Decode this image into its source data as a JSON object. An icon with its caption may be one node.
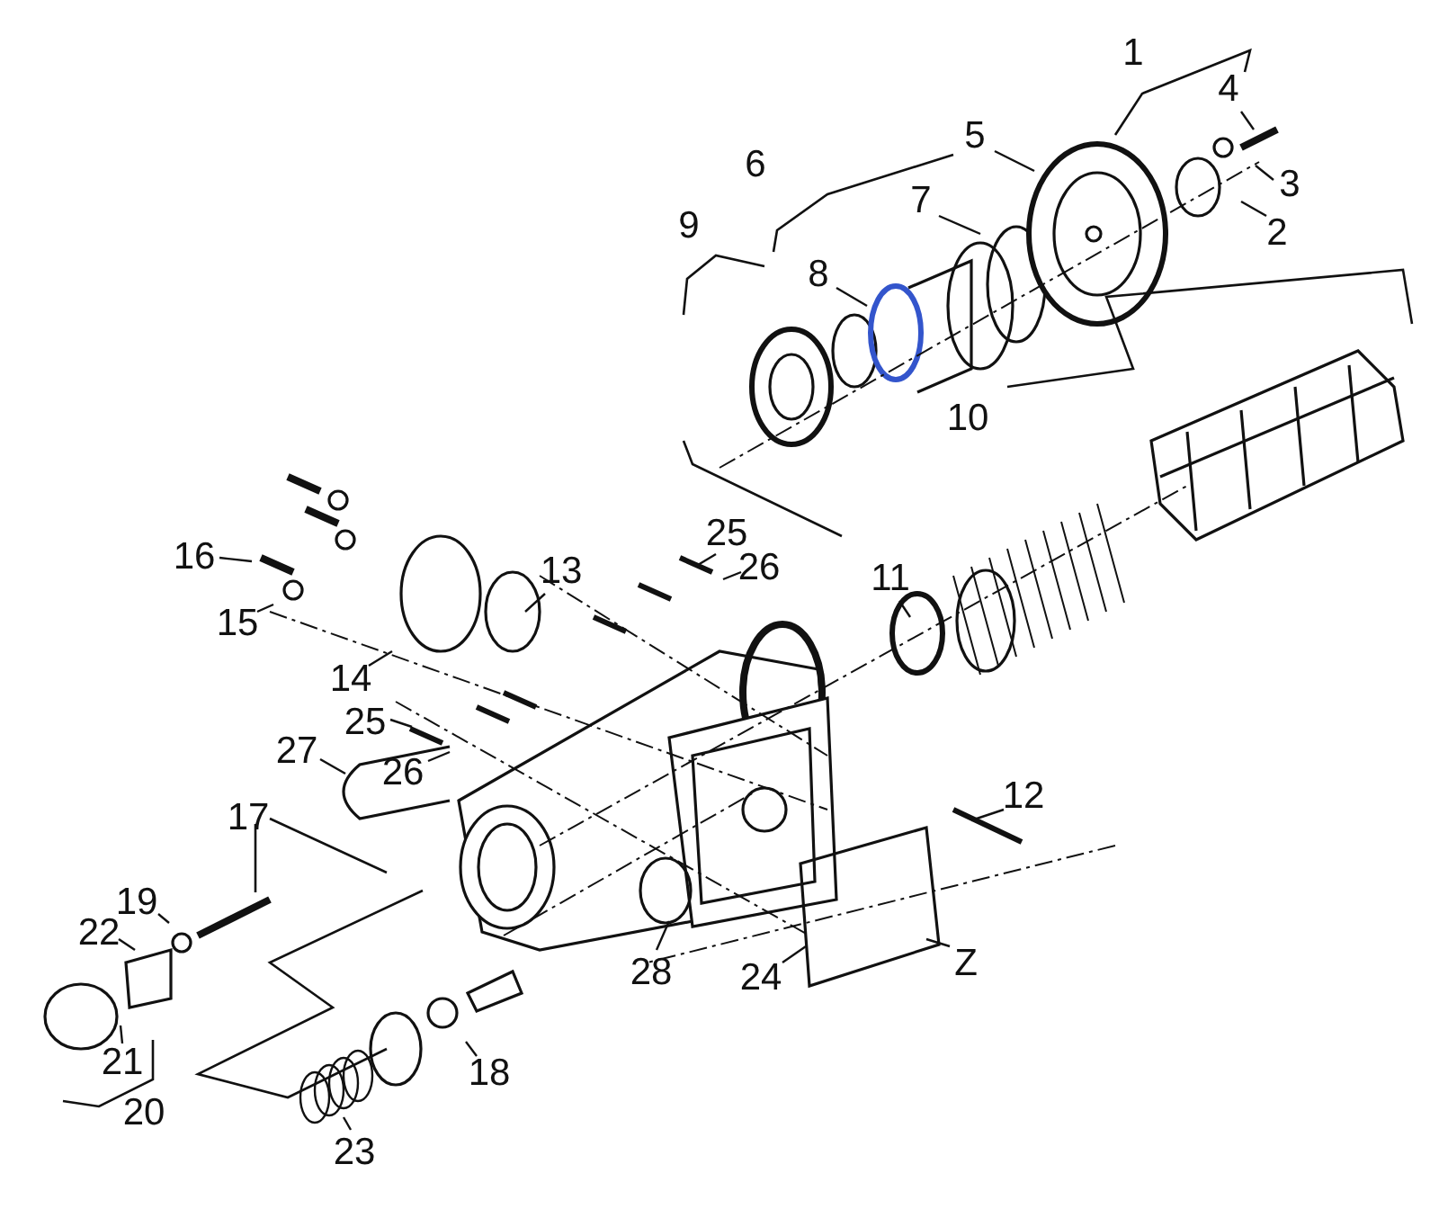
{
  "diagram": {
    "nodes": [
      {
        "text": [
          "4"
        ]
      },
      {
        "text": [
          "3"
        ]
      },
      {
        "text": [
          "5"
        ]
      },
      {
        "text": [
          "2"
        ]
      },
      {
        "text": [
          "7"
        ]
      },
      {
        "text": [
          "8"
        ]
      },
      {
        "text": [
          "11"
        ]
      },
      {
        "text": [
          "16"
        ]
      },
      {
        "text": [
          "25"
        ]
      },
      {
        "text": [
          "26"
        ]
      },
      {
        "text": [
          "13"
        ]
      },
      {
        "text": [
          "15"
        ]
      },
      {
        "text": [
          "14"
        ]
      },
      {
        "text": [
          "25"
        ]
      },
      {
        "text": [
          "26"
        ]
      },
      {
        "text": [
          "27"
        ]
      },
      {
        "text": [
          "12"
        ]
      },
      {
        "text": [
          "19"
        ]
      },
      {
        "text": [
          "22"
        ]
      },
      {
        "text": [
          "21"
        ]
      },
      {
        "text": [
          "28"
        ]
      },
      {
        "text": [
          "24"
        ]
      },
      {
        "text": [
          "Z"
        ]
      },
      {
        "text": [
          "18"
        ]
      },
      {
        "text": [
          "23"
        ]
      }
    ],
    "edges": [
      {
        "from": 0,
        "to": null,
        "arrow": "none"
      },
      {
        "from": 1,
        "to": null,
        "arrow": "none"
      },
      {
        "from": 2,
        "to": null,
        "arrow": "none"
      },
      {
        "from": 3,
        "to": null,
        "arrow": "none"
      },
      {
        "from": 4,
        "to": null,
        "arrow": "none"
      },
      {
        "from": 5,
        "to": null,
        "arrow": "none"
      },
      {
        "from": 6,
        "to": null,
        "arrow": "none"
      },
      {
        "from": 7,
        "to": null,
        "arrow": "none"
      },
      {
        "from": 8,
        "to": null,
        "arrow": "none"
      },
      {
        "from": 9,
        "to": null,
        "arrow": "none"
      },
      {
        "from": 10,
        "to": null,
        "arrow": "none"
      },
      {
        "from": 11,
        "to": null,
        "arrow": "none"
      },
      {
        "from": 12,
        "to": null,
        "arrow": "none"
      },
      {
        "from": 13,
        "to": null,
        "arrow": "none"
      },
      {
        "from": 14,
        "to": null,
        "arrow": "none"
      },
      {
        "from": 15,
        "to": null,
        "arrow": "none"
      },
      {
        "from": 16,
        "to": null,
        "arrow": "none"
      },
      {
        "from": 17,
        "to": null,
        "arrow": "none"
      },
      {
        "from": 18,
        "to": null,
        "arrow": "none"
      },
      {
        "from": 19,
        "to": null,
        "arrow": "none"
      },
      {
        "from": 20,
        "to": null,
        "arrow": "none"
      },
      {
        "from": 21,
        "to": null,
        "arrow": "none"
      },
      {
        "from": 22,
        "to": null,
        "arrow": "none"
      },
      {
        "from": 23,
        "to": null,
        "arrow": "none"
      },
      {
        "from": 24,
        "to": null,
        "arrow": "none"
      }
    ],
    "labels": [
      "1",
      "6",
      "9",
      "10",
      "17",
      "20"
    ]
  }
}
